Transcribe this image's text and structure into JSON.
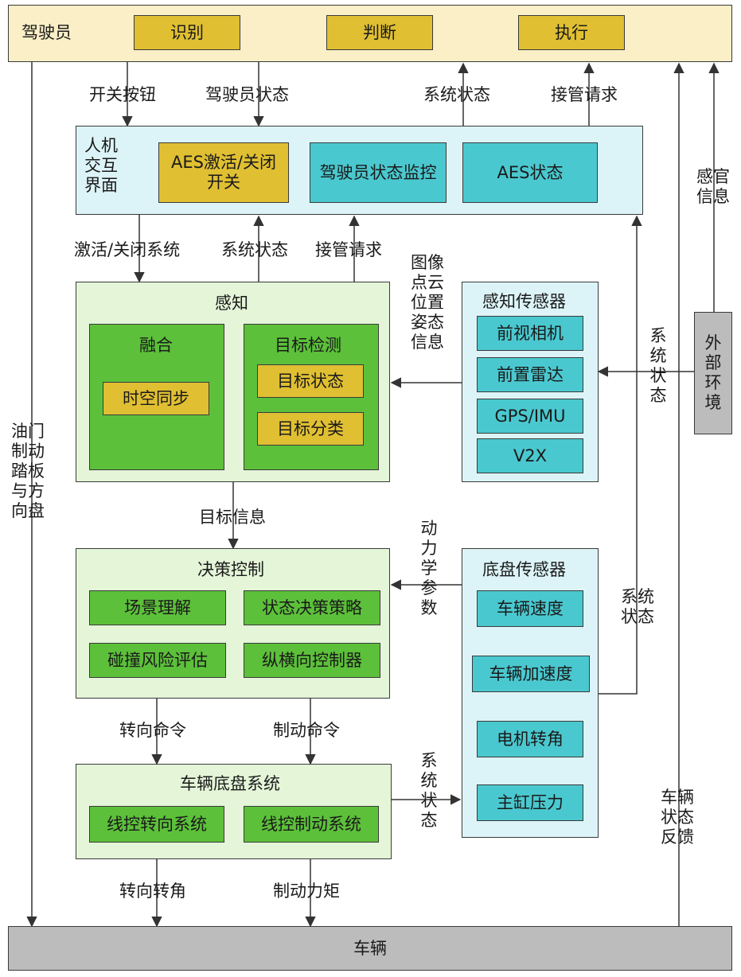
{
  "driver": {
    "title": "驾驶员",
    "recognize": "识别",
    "judge": "判断",
    "execute": "执行"
  },
  "hmi": {
    "title": "人机交互界面",
    "switch": "AES激活/关闭开关",
    "monitor": "驾驶员状态监控",
    "status": "AES状态"
  },
  "perception": {
    "title": "感知",
    "fusion": {
      "title": "融合",
      "sync": "时空同步"
    },
    "detection": {
      "title": "目标检测",
      "state": "目标状态",
      "classify": "目标分类"
    }
  },
  "perception_sensors": {
    "title": "感知传感器",
    "items": [
      "前视相机",
      "前置雷达",
      "GPS/IMU",
      "V2X"
    ]
  },
  "external": {
    "title": "外部环境"
  },
  "decision": {
    "title": "决策控制",
    "items": [
      "场景理解",
      "状态决策策略",
      "碰撞风险评估",
      "纵横向控制器"
    ]
  },
  "chassis_sensors": {
    "title": "底盘传感器",
    "items": [
      "车辆速度",
      "车辆加速度",
      "电机转角",
      "主缸压力"
    ]
  },
  "chassis": {
    "title": "车辆底盘系统",
    "steer": "线控转向系统",
    "brake": "线控制动系统"
  },
  "vehicle": {
    "title": "车辆"
  },
  "labels": {
    "switch_button": "开关按钮",
    "driver_state": "驾驶员状态",
    "system_state_top": "系统状态",
    "takeover_top": "接管请求",
    "sensory_info": "感官信息",
    "activate_system": "激活/关闭系统",
    "system_state_mid": "系统状态",
    "takeover_mid": "接管请求",
    "image_pointcloud": "图像点云位置姿态信息",
    "system_state_right1": "系统状态",
    "target_info": "目标信息",
    "dynamics_params": "动力学参数",
    "system_state_right2": "系统状态",
    "pedal_wheel": "油门制动踏板与方向盘",
    "steer_cmd": "转向命令",
    "brake_cmd": "制动命令",
    "system_state_chassis": "系统状态",
    "vehicle_feedback": "车辆状态反馈",
    "steer_angle": "转向转角",
    "brake_torque": "制动力矩"
  }
}
